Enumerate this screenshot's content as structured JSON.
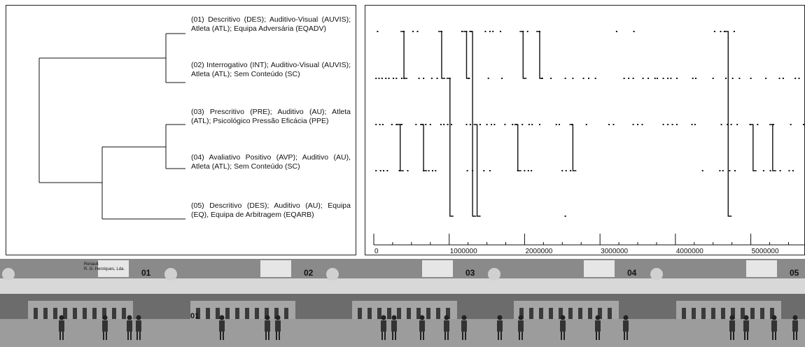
{
  "dendrogram": {
    "labels": [
      "(01) Descritivo (DES); Auditivo-Visual (AUVIS); Atleta (ATL); Equipa Adversária (EQADV)",
      "(02) Interrogativo (INT); Auditivo-Visual (AUVIS); Atleta (ATL); Sem Conteúdo (SC)",
      "(03) Prescritivo (PRE); Auditivo (AU); Atleta (ATL); Psicológico Pressão Eficácia (PPE)",
      "(04) Avaliativo Positivo (AVP); Auditivo (AU), Atleta (ATL); Sem Conteúdo (SC)",
      "(05) Descritivo (DES); Auditivo (AU); Equipa (EQ), Equipa de Arbitragem (EQARB)"
    ]
  },
  "chart_data": {
    "type": "scatter",
    "title": "",
    "xlabel": "",
    "ylabel": "",
    "xlim": [
      0,
      5700000
    ],
    "x_ticks": [
      0,
      1000000,
      2000000,
      3000000,
      4000000,
      5000000
    ],
    "x_tick_labels": [
      "0",
      "1000000",
      "2000000",
      "3000000",
      "4000000",
      "5000000"
    ],
    "rows": 5,
    "events": [
      {
        "row": 1,
        "x": [
          50000,
          400000,
          520000,
          580000,
          900000,
          1170000,
          1230000,
          1290000,
          1480000,
          1540000,
          1580000,
          1680000,
          1980000,
          2040000,
          2200000,
          3220000,
          3450000,
          4520000,
          4600000,
          4650000,
          4780000
        ]
      },
      {
        "row": 2,
        "x": [
          30000,
          70000,
          110000,
          160000,
          200000,
          260000,
          300000,
          370000,
          400000,
          600000,
          660000,
          770000,
          840000,
          1010000,
          1260000,
          1520000,
          1700000,
          2230000,
          2350000,
          2540000,
          2640000,
          2780000,
          2850000,
          2940000,
          3320000,
          3380000,
          3440000,
          3570000,
          3640000,
          3730000,
          3760000,
          3840000,
          3900000,
          3940000,
          4020000,
          4230000,
          4270000,
          4500000,
          4670000,
          4760000,
          4850000,
          5000000,
          5200000,
          5380000,
          5430000,
          5590000,
          5640000
        ]
      },
      {
        "row": 3,
        "x": [
          30000,
          80000,
          120000,
          240000,
          300000,
          350000,
          370000,
          560000,
          640000,
          690000,
          750000,
          890000,
          930000,
          980000,
          1030000,
          1230000,
          1280000,
          1410000,
          1500000,
          1560000,
          1600000,
          1740000,
          1840000,
          1890000,
          1970000,
          2060000,
          2100000,
          2200000,
          2420000,
          2460000,
          2630000,
          2820000,
          3120000,
          3180000,
          3440000,
          3500000,
          3560000,
          3840000,
          3900000,
          3960000,
          4020000,
          4220000,
          4260000,
          4610000,
          4690000,
          4740000,
          4820000,
          4990000,
          5090000,
          5300000,
          5530000,
          5700000
        ]
      },
      {
        "row": 4,
        "x": [
          30000,
          90000,
          130000,
          180000,
          340000,
          450000,
          660000,
          730000,
          780000,
          820000,
          1240000,
          1310000,
          1460000,
          1540000,
          1910000,
          2000000,
          2050000,
          2090000,
          2500000,
          2550000,
          2610000,
          4360000,
          4590000,
          4630000,
          4720000,
          4790000,
          5170000,
          5260000,
          5390000,
          5510000,
          5560000
        ]
      },
      {
        "row": 5,
        "x": [
          2540000
        ]
      }
    ],
    "links": [
      {
        "x": 400000,
        "from_row": 1,
        "to_row": 2
      },
      {
        "x": 900000,
        "from_row": 1,
        "to_row": 2
      },
      {
        "x": 1230000,
        "from_row": 1,
        "to_row": 2
      },
      {
        "x": 1980000,
        "from_row": 1,
        "to_row": 2
      },
      {
        "x": 2200000,
        "from_row": 1,
        "to_row": 2
      },
      {
        "x": 350000,
        "from_row": 3,
        "to_row": 4
      },
      {
        "x": 660000,
        "from_row": 3,
        "to_row": 4
      },
      {
        "x": 1910000,
        "from_row": 3,
        "to_row": 4
      },
      {
        "x": 2640000,
        "from_row": 3,
        "to_row": 4
      },
      {
        "x": 5030000,
        "from_row": 3,
        "to_row": 4
      },
      {
        "x": 5290000,
        "from_row": 3,
        "to_row": 4
      },
      {
        "x": 1010000,
        "from_row": 2,
        "to_row": 5
      },
      {
        "x": 1310000,
        "from_row": 1,
        "to_row": 5
      },
      {
        "x": 1370000,
        "from_row": 3,
        "to_row": 5
      },
      {
        "x": 4700000,
        "from_row": 1,
        "to_row": 5
      }
    ]
  },
  "photos": {
    "frames": [
      "01",
      "02",
      "03",
      "04",
      "05"
    ],
    "subtitle": "01",
    "ad_text": [
      "Renault",
      "R. G. Henriques, Lda."
    ]
  },
  "colors": {
    "ink": "#111111",
    "sky": "#8a8a8a",
    "grass": "#9c9c9c",
    "banner": "#d8d8d8"
  }
}
